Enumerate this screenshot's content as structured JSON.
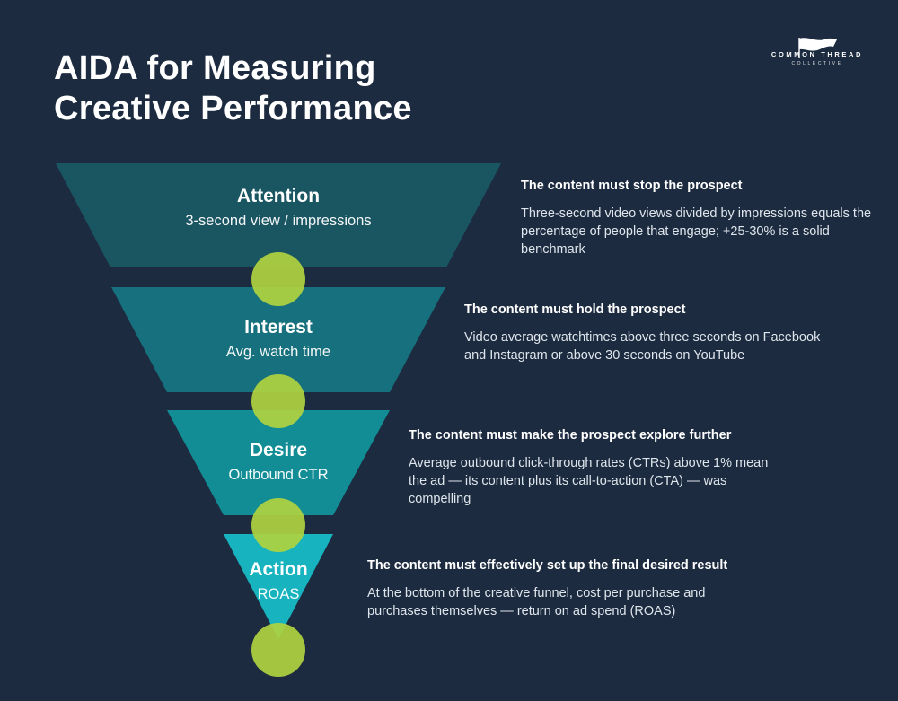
{
  "title": {
    "line1": "AIDA for Measuring",
    "line2": "Creative Performance"
  },
  "logo": {
    "line1": "COMMON THREAD",
    "line2": "COLLECTIVE",
    "icon": "flag-icon"
  },
  "colors": {
    "background": "#1c2b3f",
    "stage1": "#1a5562",
    "stage2": "#17707d",
    "stage3": "#128d96",
    "stage4": "#17b3be",
    "connector": "#b0d23f"
  },
  "stages": [
    {
      "title": "Attention",
      "metric": "3-second view / impressions",
      "heading": "The content must stop the prospect",
      "body": "Three-second video views divided by impressions equals the percentage of people that engage; +25-30% is a solid benchmark"
    },
    {
      "title": "Interest",
      "metric": "Avg. watch time",
      "heading": "The content must hold the prospect",
      "body": "Video average watchtimes above three seconds on Facebook and Instagram or above 30 seconds on YouTube"
    },
    {
      "title": "Desire",
      "metric": "Outbound CTR",
      "heading": "The content must make the prospect explore further",
      "body": "Average outbound click-through rates (CTRs) above 1% mean the ad — its content plus its call-to-action (CTA) — was compelling"
    },
    {
      "title": "Action",
      "metric": "ROAS",
      "heading": "The content must effectively set up the final desired result",
      "body": "At the bottom of the creative funnel, cost per purchase and purchases themselves — return on ad spend (ROAS)"
    }
  ]
}
